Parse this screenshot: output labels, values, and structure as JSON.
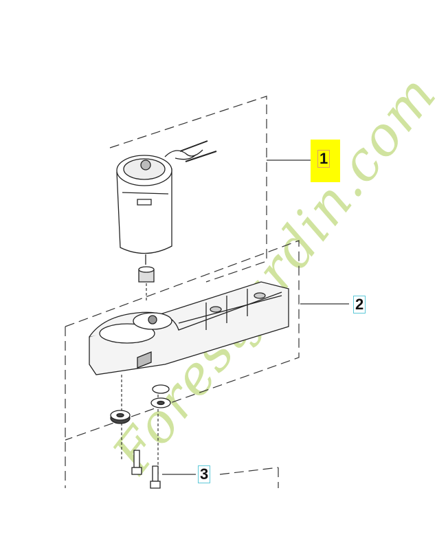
{
  "diagram": {
    "callouts": [
      {
        "number": "1",
        "highlighted": true,
        "highlight_color": "#ffff00"
      },
      {
        "number": "2",
        "highlighted": false,
        "box_color": "#5bc8d8"
      },
      {
        "number": "3",
        "highlighted": false,
        "box_color": "#5bc8d8"
      }
    ],
    "parts": [
      "motor",
      "pinion-gear",
      "gearbox-housing",
      "washers",
      "screws"
    ]
  },
  "watermark": {
    "text": "Forestjardin.com",
    "colors": [
      "#c8df8f",
      "#c9bfb3"
    ]
  }
}
